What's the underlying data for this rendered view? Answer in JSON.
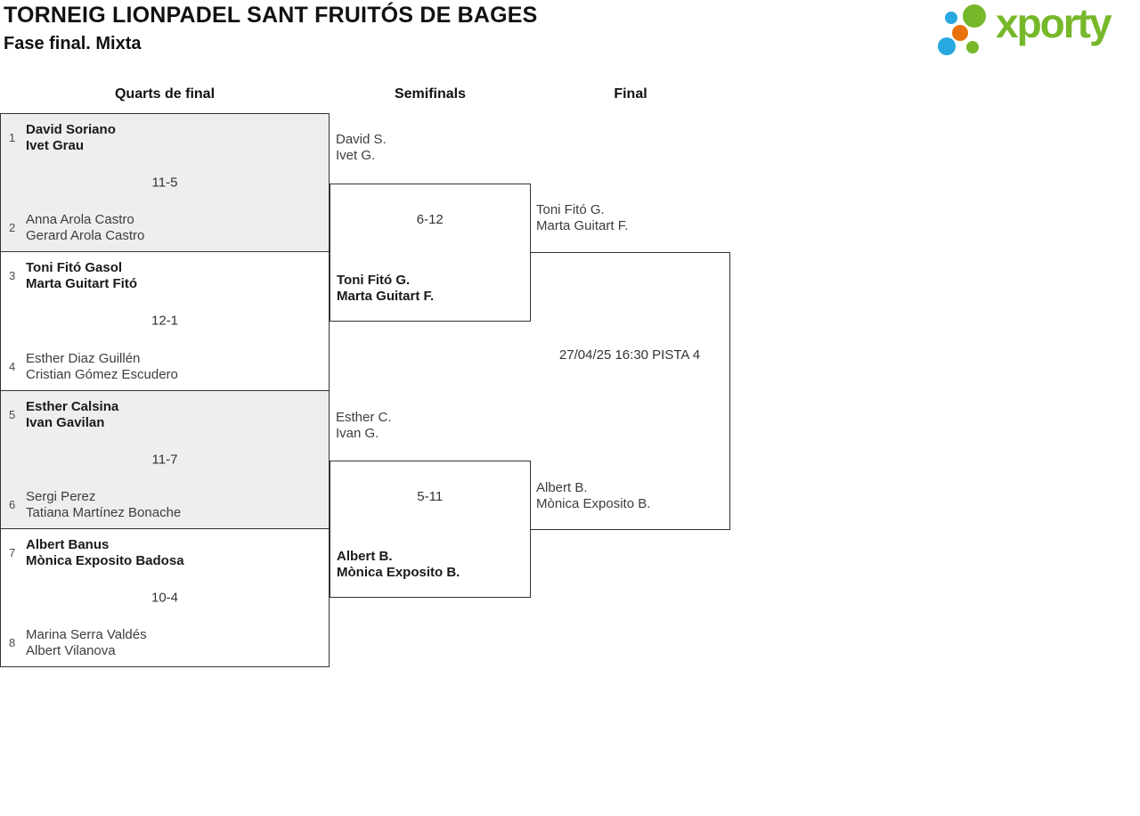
{
  "header": {
    "title": "TORNEIG LIONPADEL SANT FRUITÓS DE BAGES",
    "subtitle": "Fase final. Mixta"
  },
  "logo": {
    "text": "xporty",
    "green": "#76B82A",
    "blue": "#29A8DF",
    "orange": "#E8730C"
  },
  "columns": {
    "quarterfinals": "Quarts de final",
    "semifinals": "Semifinals",
    "final": "Final"
  },
  "bracket": {
    "quarterfinals": [
      {
        "seed_top": "1",
        "top_name1": "David Soriano",
        "top_name2": "Ivet Grau",
        "top_winner": true,
        "score": "11-5",
        "seed_bottom": "2",
        "bottom_name1": "Anna Arola Castro",
        "bottom_name2": "Gerard Arola Castro",
        "bottom_winner": false
      },
      {
        "seed_top": "3",
        "top_name1": "Toni Fitó Gasol",
        "top_name2": "Marta Guitart Fitó",
        "top_winner": true,
        "score": "12-1",
        "seed_bottom": "4",
        "bottom_name1": "Esther Diaz Guillén",
        "bottom_name2": "Cristian Gómez Escudero",
        "bottom_winner": false
      },
      {
        "seed_top": "5",
        "top_name1": "Esther Calsina",
        "top_name2": "Ivan Gavilan",
        "top_winner": true,
        "score": "11-7",
        "seed_bottom": "6",
        "bottom_name1": "Sergi Perez",
        "bottom_name2": "Tatiana Martínez Bonache",
        "bottom_winner": false
      },
      {
        "seed_top": "7",
        "top_name1": "Albert Banus",
        "top_name2": "Mònica Exposito Badosa",
        "top_winner": true,
        "score": "10-4",
        "seed_bottom": "8",
        "bottom_name1": "Marina Serra Valdés",
        "bottom_name2": "Albert Vilanova",
        "bottom_winner": false
      }
    ],
    "semifinals": [
      {
        "from_top1": "David S.",
        "from_top2": "Ivet G.",
        "score": "6-12",
        "winner1": "Toni Fitó G.",
        "winner2": "Marta Guitart F."
      },
      {
        "from_top1": "Esther C.",
        "from_top2": "Ivan G.",
        "score": "5-11",
        "winner1": "Albert B.",
        "winner2": "Mònica Exposito B."
      }
    ],
    "final": {
      "top1": "Toni Fitó G.",
      "top2": "Marta Guitart F.",
      "bottom1": "Albert B.",
      "bottom2": "Mònica Exposito B.",
      "schedule": "27/04/25 16:30 PISTA 4"
    }
  }
}
